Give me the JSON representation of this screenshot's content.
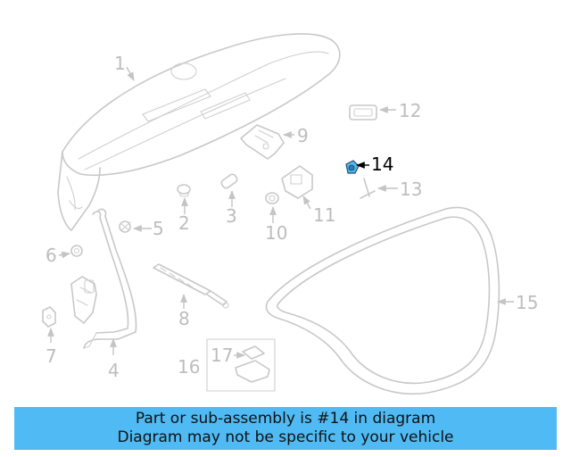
{
  "callouts": [
    "1",
    "2",
    "3",
    "4",
    "5",
    "6",
    "7",
    "8",
    "9",
    "10",
    "11",
    "12",
    "13",
    "14",
    "15",
    "16",
    "17"
  ],
  "highlighted_part": "14",
  "highlight_color": "#4fbaf3",
  "banner": {
    "line1": "Part or sub-assembly is #14 in diagram",
    "line2": "Diagram may not be specific to your vehicle"
  }
}
